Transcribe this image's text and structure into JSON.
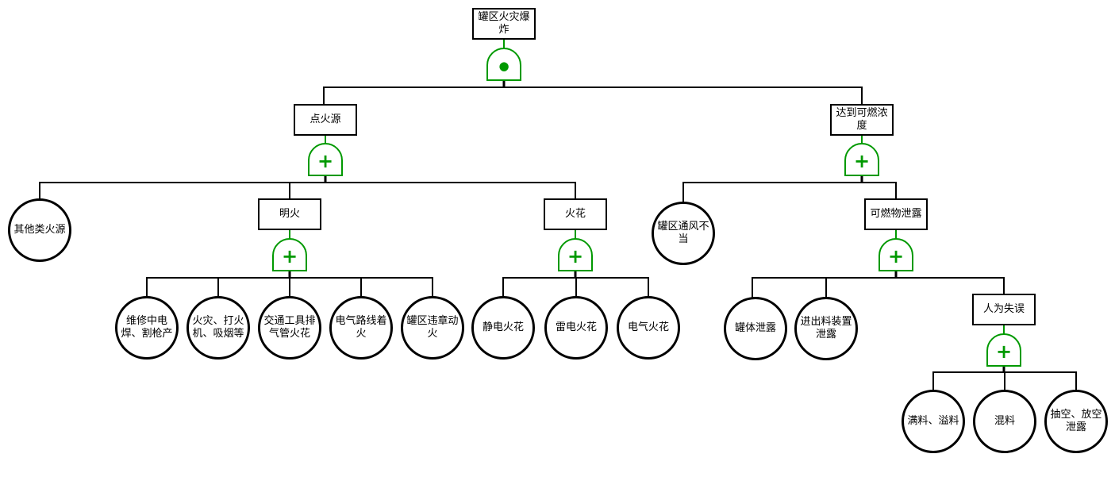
{
  "diagram_type": "fault-tree",
  "nodes": {
    "top_event": "罐区火灾爆炸",
    "ignition_source": "点火源",
    "flammable_concentration": "达到可燃浓度",
    "open_flame": "明火",
    "spark": "火花",
    "flammable_leak": "可燃物泄露",
    "human_error": "人为失误",
    "other_fire_sources": "其他类火源",
    "welding_cutting_repair": "维修中电焊、割枪产",
    "lighter_smoking": "火灾、打火机、吸烟等",
    "vehicle_exhaust_spark": "交通工具排气管火花",
    "electrical_line_fire": "电气路线着火",
    "illegal_hot_work": "罐区违章动火",
    "static_spark": "静电火花",
    "lightning_spark": "雷电火花",
    "electrical_spark": "电气火花",
    "tank_ventilation_poor": "罐区通风不当",
    "tank_body_leak": "罐体泄露",
    "inlet_outlet_device_leak": "进出料装置泄露",
    "overfill_spill": "满料、溢料",
    "mixed_material": "混料",
    "emptying_venting_leak": "抽空、放空泄露"
  },
  "gate_symbols": {
    "and": "●",
    "or": "+"
  },
  "colors": {
    "gate_green": "#009900",
    "line_black": "#000000",
    "node_fill": "#ffffff"
  }
}
